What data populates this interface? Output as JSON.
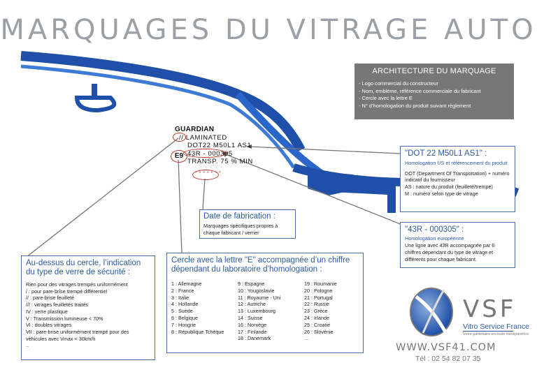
{
  "title": "MARQUAGES DU VITRAGE AUTO",
  "architecture": {
    "heading": "ARCHITECTURE DU MARQUAGE",
    "items": [
      "- Logo commercial du constructeur",
      "- Nom, emblème, référence commerciale du fabricant",
      "- Cercle avec la lettre E",
      "- N° d’homologation du produit suivant règlement"
    ]
  },
  "marking": {
    "brand": "GUARDIAN",
    "slash": "//",
    "laminated": "LAMINATED",
    "dot": "DOT22 M50L1 AS1",
    "e_mark": "E9",
    "r43": "43R - 000305",
    "transp": "TRANSP. 75 % MIN",
    "dots_top": ". . . . . .",
    "dots": "* * * * * * *"
  },
  "dot_box": {
    "heading": "\"DOT 22 M50L1 AS1\" :",
    "subtitle": "Homologation US et référencement du produit",
    "lines": [
      "DOT (Department Of Transportation) + numéro indicatif du fournisseur",
      "AS : nature du produit (feuilleté/trempé)",
      "M : numéro selon type de vitrage"
    ]
  },
  "r43_box": {
    "heading": "\"43R - 000305\" :",
    "subtitle": "Homologation européenne",
    "body": "Une ligne avec 43R accompagnée par 6 chiffres dépendant du type de vitrage et différents pour chaque fabricant."
  },
  "date_box": {
    "heading": "Date de fabrication :",
    "body": "Marquages spécifiques propres à chaque fabricant / verrier"
  },
  "verre_box": {
    "heading": "Au-dessus du cercle, l’indication du type de verre de sécurité :",
    "lines": [
      "Rien pour des vitrages trempés uniformément",
      "/ : pour pare-brise trempé différentiel",
      "// : pare-brise feuilleté",
      "/// : vitrages feuilletés traités",
      "IV : verre plastique",
      "V : Transmission lumineuse < 70%",
      "VI : doubles vitrages",
      "VII : pare-brise uniformément trempé pour des véhicules avec Vmax < 30km/h",
      ".."
    ]
  },
  "cercle_box": {
    "heading": "Cercle avec la lettre \"E\" accompagnée d’un chiffre dépendant du laboratoire d’homologation :",
    "countries": [
      "1 : Allemagne",
      "9 : Espagne",
      "19 : Roumanie",
      "2 : France",
      "10 : Yougoslavie",
      "20 : Pologne",
      "3 : Italie",
      "11 : Royaume - Uni",
      "21 : Portugal",
      "4 : Hollande",
      "12 : Autriche",
      "22 : Russie",
      "5 : Suède",
      "13 : Luxembourg",
      "23 : Grèce",
      "6 : Belgique",
      "14 : Suisse",
      "24 : Irlande",
      "7 : Hongrie",
      "16 : Norvège",
      "25 : Croatie",
      "8 : République Tchèque",
      "17 : Finlande",
      "26 : Slovénie",
      "",
      "18 : Danemark",
      "..."
    ]
  },
  "vsf": {
    "logo_text": "VSF",
    "name": "Vitro Service France",
    "tagline": "Votre partenaire en toute transparence",
    "website": "WWW.VSF41.COM",
    "phone": "Tél : 02 54 82 07 35"
  },
  "colors": {
    "accent": "#2c5aa0",
    "car": "#1f4fa8",
    "mark_circle": "#c0392b"
  }
}
